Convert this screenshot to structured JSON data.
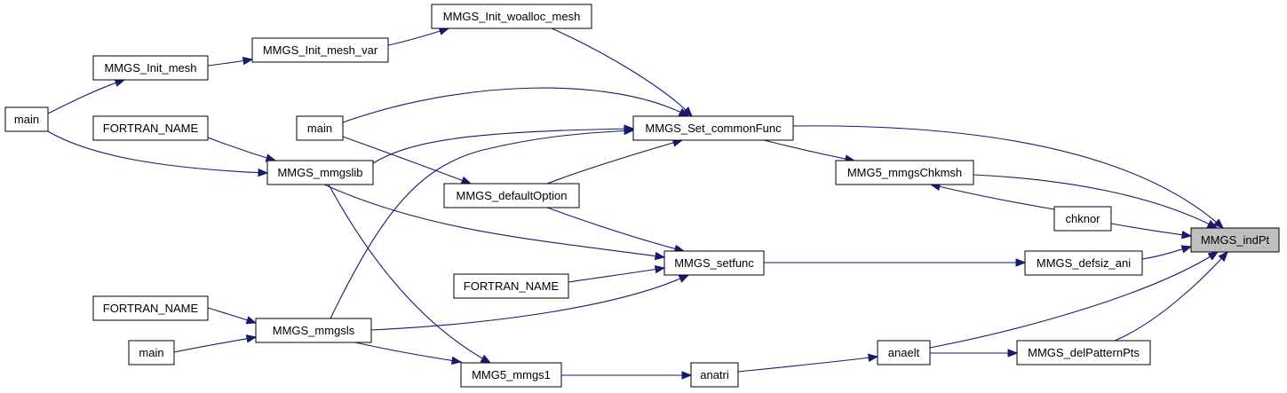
{
  "graph": {
    "nodes": [
      {
        "id": "indPt",
        "label": "MMGS_indPt",
        "focus": true
      },
      {
        "id": "set_commonFunc",
        "label": "MMGS_Set_commonFunc"
      },
      {
        "id": "init_woalloc",
        "label": "MMGS_Init_woalloc_mesh"
      },
      {
        "id": "init_mesh_var",
        "label": "MMGS_Init_mesh_var"
      },
      {
        "id": "init_mesh",
        "label": "MMGS_Init_mesh"
      },
      {
        "id": "main1",
        "label": "main"
      },
      {
        "id": "fortran1",
        "label": "FORTRAN_NAME"
      },
      {
        "id": "main2",
        "label": "main"
      },
      {
        "id": "mmgslib",
        "label": "MMGS_mmgslib"
      },
      {
        "id": "defaultOption",
        "label": "MMGS_defaultOption"
      },
      {
        "id": "setfunc",
        "label": "MMGS_setfunc"
      },
      {
        "id": "fortran2",
        "label": "FORTRAN_NAME"
      },
      {
        "id": "fortran3",
        "label": "FORTRAN_NAME"
      },
      {
        "id": "mmgsls",
        "label": "MMGS_mmgsls"
      },
      {
        "id": "main3",
        "label": "main"
      },
      {
        "id": "mmgs1",
        "label": "MMG5_mmgs1"
      },
      {
        "id": "anatri",
        "label": "anatri"
      },
      {
        "id": "anaelt",
        "label": "anaelt"
      },
      {
        "id": "delPatternPts",
        "label": "MMGS_delPatternPts"
      },
      {
        "id": "defsiz_ani",
        "label": "MMGS_defsiz_ani"
      },
      {
        "id": "chknor",
        "label": "chknor"
      },
      {
        "id": "chkmsh",
        "label": "MMG5_mmgsChkmsh"
      }
    ],
    "edges": [
      {
        "from": "set_commonFunc",
        "to": "indPt"
      },
      {
        "from": "chkmsh",
        "to": "indPt"
      },
      {
        "from": "chknor",
        "to": "indPt"
      },
      {
        "from": "defsiz_ani",
        "to": "indPt"
      },
      {
        "from": "anaelt",
        "to": "indPt"
      },
      {
        "from": "delPatternPts",
        "to": "indPt"
      },
      {
        "from": "init_woalloc",
        "to": "set_commonFunc"
      },
      {
        "from": "main2",
        "to": "set_commonFunc"
      },
      {
        "from": "mmgslib",
        "to": "set_commonFunc"
      },
      {
        "from": "defaultOption",
        "to": "set_commonFunc"
      },
      {
        "from": "mmgsls",
        "to": "set_commonFunc"
      },
      {
        "from": "init_mesh_var",
        "to": "init_woalloc"
      },
      {
        "from": "init_mesh",
        "to": "init_mesh_var"
      },
      {
        "from": "main1",
        "to": "init_mesh"
      },
      {
        "from": "main1",
        "to": "mmgslib"
      },
      {
        "from": "fortran1",
        "to": "mmgslib"
      },
      {
        "from": "main2",
        "to": "defaultOption"
      },
      {
        "from": "defaultOption",
        "to": "setfunc"
      },
      {
        "from": "mmgslib",
        "to": "setfunc"
      },
      {
        "from": "fortran2",
        "to": "setfunc"
      },
      {
        "from": "mmgsls",
        "to": "setfunc"
      },
      {
        "from": "fortran3",
        "to": "mmgsls"
      },
      {
        "from": "main3",
        "to": "mmgsls"
      },
      {
        "from": "mmgslib",
        "to": "mmgs1"
      },
      {
        "from": "mmgsls",
        "to": "mmgs1"
      },
      {
        "from": "mmgs1",
        "to": "anatri"
      },
      {
        "from": "anatri",
        "to": "anaelt"
      },
      {
        "from": "anaelt",
        "to": "delPatternPts"
      },
      {
        "from": "set_commonFunc",
        "to": "chkmsh"
      },
      {
        "from": "chknor",
        "to": "chkmsh"
      },
      {
        "from": "setfunc",
        "to": "defsiz_ani"
      }
    ]
  }
}
